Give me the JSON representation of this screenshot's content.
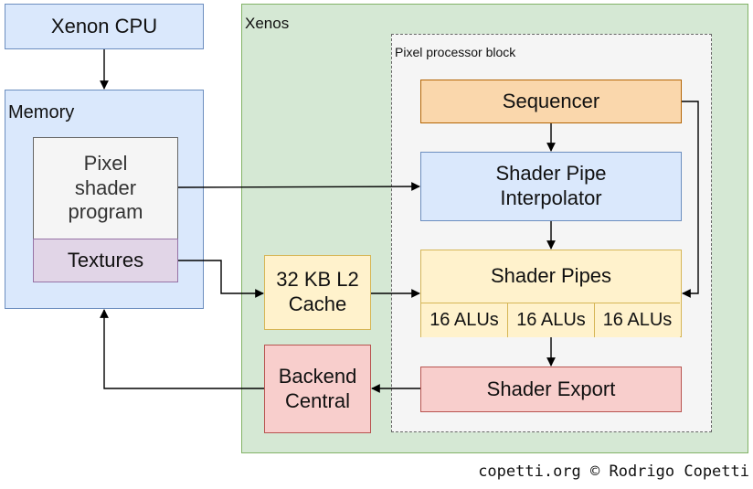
{
  "blocks": {
    "cpu": "Xenon CPU",
    "memory": "Memory",
    "pixel_shader_program": "Pixel\nshader\nprogram",
    "textures": "Textures",
    "xenos": "Xenos",
    "pixel_processor_block": "Pixel processor block",
    "sequencer": "Sequencer",
    "shader_pipe_interpolator": "Shader Pipe\nInterpolator",
    "shader_pipes": "Shader Pipes",
    "alus": [
      "16 ALUs",
      "16 ALUs",
      "16 ALUs"
    ],
    "l2_cache": "32 KB L2\nCache",
    "shader_export": "Shader Export",
    "backend_central": "Backend\nCentral"
  },
  "credit": "copetti.org © Rodrigo Copetti"
}
